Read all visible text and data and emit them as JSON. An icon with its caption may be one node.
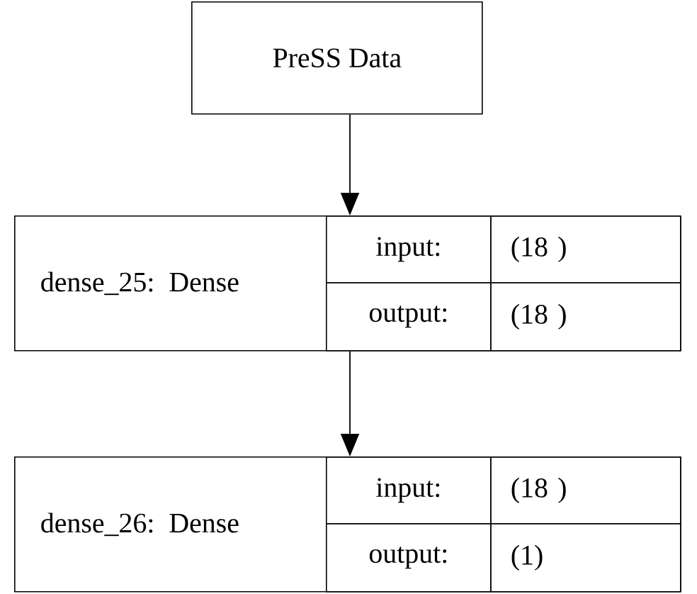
{
  "diagram": {
    "nodes": [
      {
        "text": [
          "PreSS Data"
        ]
      },
      {
        "text": [
          "dense_25: Dense"
        ]
      },
      {
        "text": [
          "input:"
        ],
        "in": 1
      },
      {
        "text": [
          "(18 )"
        ],
        "in": 1
      },
      {
        "text": [
          "output:"
        ],
        "in": 1
      },
      {
        "text": [
          "(18 )"
        ],
        "in": 1
      },
      {
        "text": [
          "dense_26: Dense"
        ]
      },
      {
        "text": [
          "input:"
        ],
        "in": 6
      },
      {
        "text": [
          "(18 )"
        ],
        "in": 6
      },
      {
        "text": [
          "output:"
        ],
        "in": 6
      },
      {
        "text": [
          "(1)"
        ],
        "in": 6
      }
    ],
    "edges": [
      {
        "from": 0,
        "to": 1,
        "arrow": "to"
      },
      {
        "from": 1,
        "to": 6,
        "arrow": "to"
      }
    ]
  }
}
